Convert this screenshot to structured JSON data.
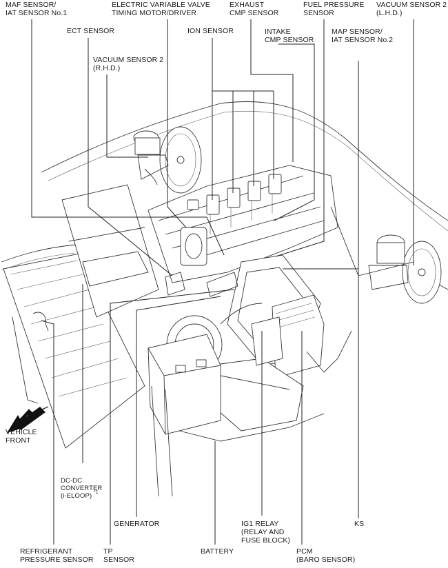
{
  "labels": {
    "maf_sensor": [
      "MAF SENSOR/",
      "IAT SENSOR No.1"
    ],
    "evvt_motor": [
      "ELECTRIC VARIABLE VALVE",
      "TIMING MOTOR/DRIVER"
    ],
    "exhaust_cmp": [
      "EXHAUST",
      "CMP SENSOR"
    ],
    "fuel_pressure": [
      "FUEL PRESSURE",
      "SENSOR"
    ],
    "vacuum_lhd": [
      "VACUUM SENSOR 2",
      "(L.H.D.)"
    ],
    "ect_sensor": [
      "ECT SENSOR"
    ],
    "ion_sensor": [
      "ION SENSOR"
    ],
    "intake_cmp": [
      "INTAKE",
      "CMP SENSOR"
    ],
    "map_sensor": [
      "MAP SENSOR/",
      "IAT SENSOR No.2"
    ],
    "vacuum_rhd": [
      "VACUUM SENSOR 2",
      "(R.H.D.)"
    ],
    "vehicle_front": [
      "VEHICLE",
      "FRONT"
    ],
    "dcdc": [
      "DC-DC",
      "CONVERTER",
      "(i-ELOOP)"
    ],
    "dcdc_note": "*1",
    "generator": [
      "GENERATOR"
    ],
    "ig1_relay": [
      "IG1 RELAY",
      "(RELAY AND",
      "FUSE BLOCK)"
    ],
    "ks": [
      "KS"
    ],
    "refrigerant": [
      "REFRIGERANT",
      "PRESSURE SENSOR"
    ],
    "tp_sensor": [
      "TP",
      "SENSOR"
    ],
    "battery": [
      "BATTERY"
    ],
    "pcm": [
      "PCM",
      "(BARO SENSOR)"
    ]
  },
  "icons": {
    "vehicle_front_arrow": "arrow-down-left-icon"
  }
}
